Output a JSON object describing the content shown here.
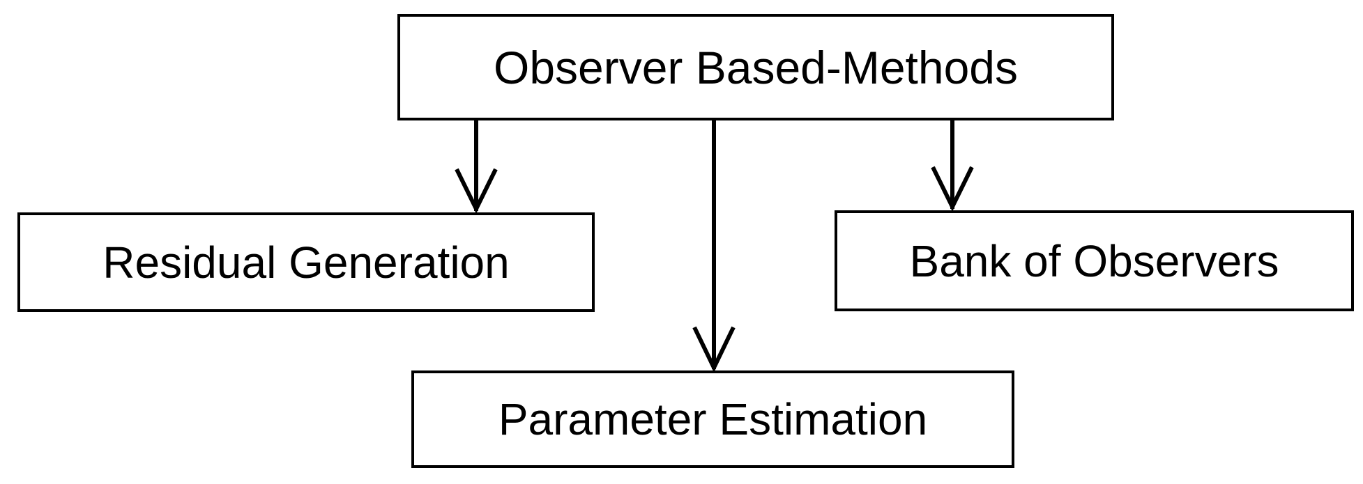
{
  "diagram": {
    "title": "Observer Based-Methods",
    "type": "flowchart",
    "orientation": "top-down",
    "background_color": "#ffffff",
    "line_color": "#000000",
    "text_color": "#000000",
    "nodes": [
      {
        "id": "root",
        "label": "Observer Based-Methods",
        "role": "parent",
        "shape": "rectangle"
      },
      {
        "id": "residual",
        "label": "Residual Generation",
        "role": "child",
        "shape": "rectangle"
      },
      {
        "id": "parameter",
        "label": "Parameter Estimation",
        "role": "child",
        "shape": "rectangle"
      },
      {
        "id": "bank",
        "label": "Bank of Observers",
        "role": "child",
        "shape": "rectangle"
      }
    ],
    "edges": [
      {
        "from": "root",
        "to": "residual",
        "arrowhead": "open-v",
        "style": "solid"
      },
      {
        "from": "root",
        "to": "parameter",
        "arrowhead": "open-v",
        "style": "solid"
      },
      {
        "from": "root",
        "to": "bank",
        "arrowhead": "open-v",
        "style": "solid"
      }
    ]
  }
}
